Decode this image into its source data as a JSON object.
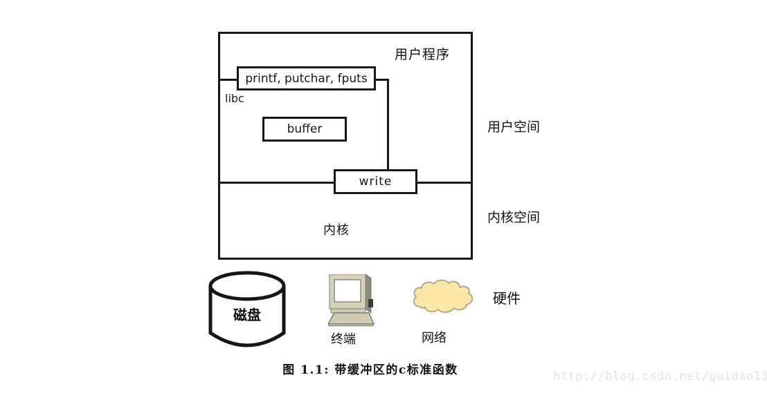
{
  "diagram": {
    "boxes": {
      "user_program": "用户程序",
      "printf": "printf, putchar, fputs",
      "libc": "libc",
      "buffer": "buffer",
      "write": "write",
      "kernel": "内核"
    },
    "side_labels": {
      "user_space": "用户空间",
      "kernel_space": "内核空间",
      "hardware": "硬件"
    },
    "hardware_items": {
      "disk_label": "磁盘",
      "terminal_label": "终端",
      "network_label": "网络"
    },
    "caption": "图 1.1: 带缓冲区的c标准函数",
    "watermark": "http://blog.csdn.net/guidao13",
    "colors": {
      "line": "#161616",
      "disk_fill": "#ffffff",
      "cloud_fill": "#fbe7a8",
      "cloud_stroke": "#b3aa87",
      "terminal_body": "#d5d2bc",
      "terminal_side": "#8c8c84",
      "terminal_keyboard": "#cfccb5",
      "terminal_screen": "#ffffff",
      "watermark_color": "#e4e4e2"
    }
  }
}
